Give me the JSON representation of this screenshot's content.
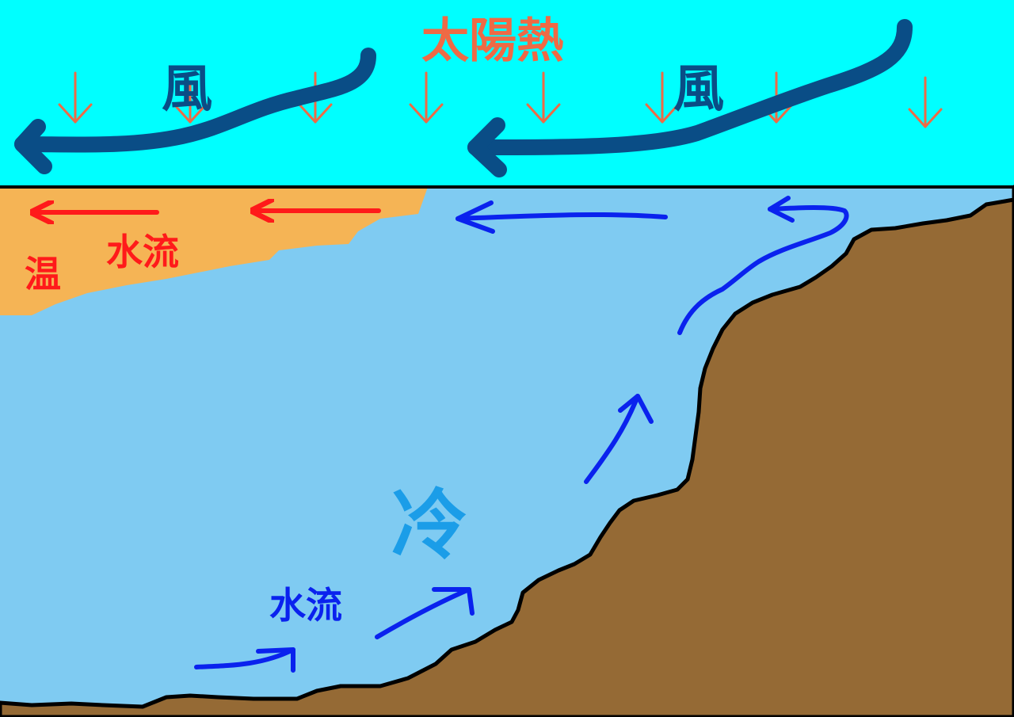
{
  "labels": {
    "solar_heat": "太陽熱",
    "wind_left": "風",
    "wind_right": "風",
    "warm": "温",
    "warm_current": "水流",
    "cold": "冷",
    "cold_current": "水流"
  },
  "colors": {
    "sky": "#00ffff",
    "sea": "#7fcbf2",
    "warm_layer": "#f5b455",
    "seabed": "#956a35",
    "outline": "#000000",
    "solar_heat": "#ee6a45",
    "wind": "#0a4d86",
    "warm_current": "#ff1a1a",
    "cold_current": "#0a22ee",
    "cold_label": "#1b9de8"
  }
}
